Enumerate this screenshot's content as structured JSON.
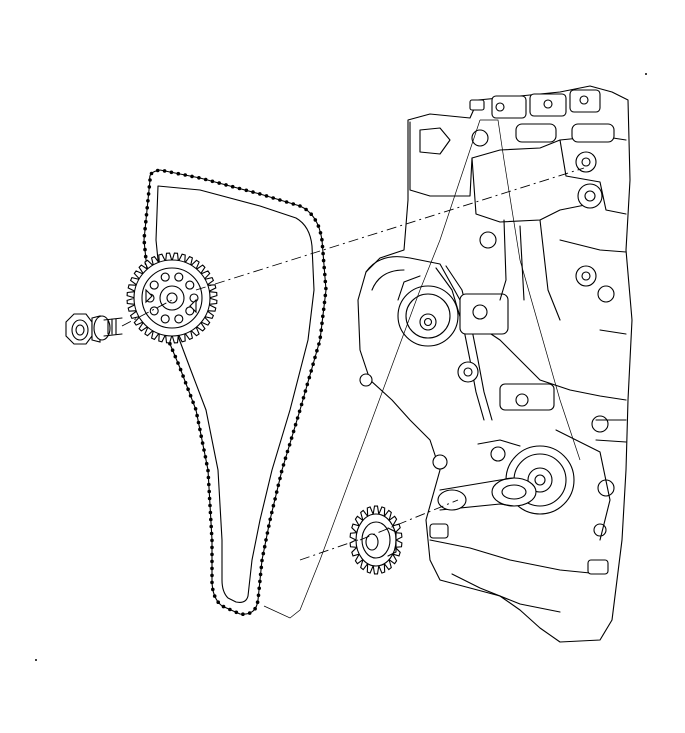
{
  "figure": {
    "parts": [
      {
        "icon": "camshaft-sprocket-bolt"
      },
      {
        "icon": "camshaft-sprocket"
      },
      {
        "icon": "timing-chain"
      },
      {
        "icon": "crankshaft-sprocket"
      },
      {
        "icon": "engine-block"
      }
    ],
    "line_color": "#000000",
    "background": "#ffffff"
  }
}
